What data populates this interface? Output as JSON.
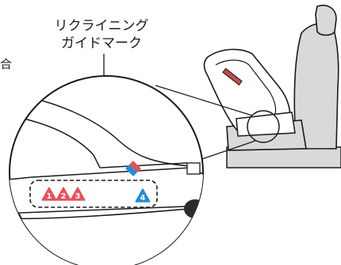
{
  "callout": {
    "line1": "リクライニング",
    "line2": "ガイドマーク"
  },
  "cropped_text": "合",
  "markers": [
    {
      "label": "1",
      "color": "#e8505b"
    },
    {
      "label": "2",
      "color": "#e8505b"
    },
    {
      "label": "3",
      "color": "#e8505b"
    },
    {
      "label": "4",
      "color": "#1e8fd6"
    }
  ],
  "colors": {
    "line": "#1a1a1a",
    "seat_fill": "#d9d9d9",
    "seat_dark": "#bdbdbd",
    "diamond_red": "#e8505b",
    "diamond_blue": "#1e8fd6",
    "knob": "#2b2b2b"
  }
}
